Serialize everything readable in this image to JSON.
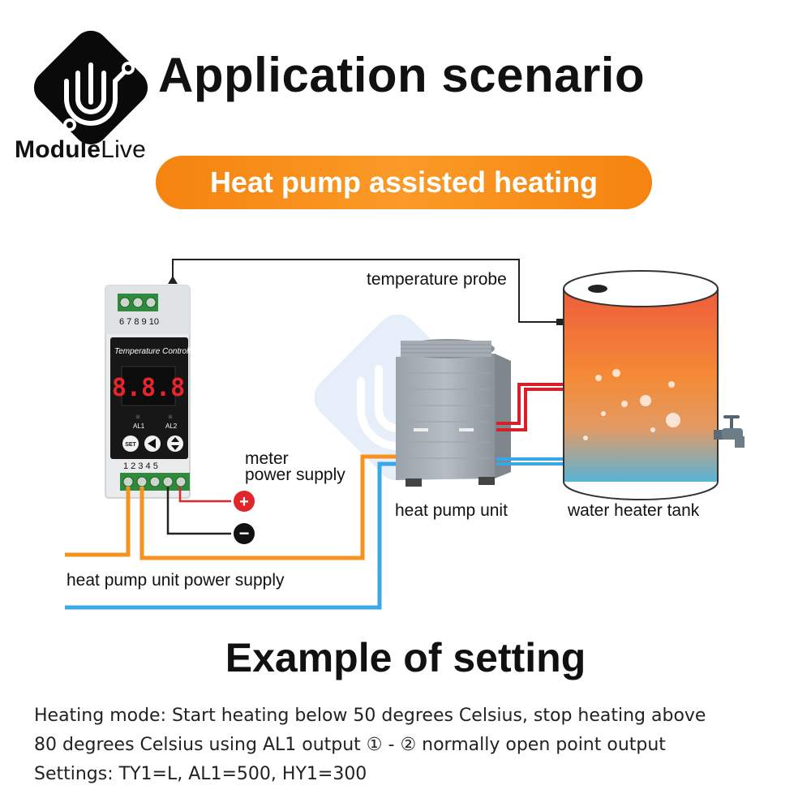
{
  "brand": {
    "name_bold": "Module",
    "name_light": "Live"
  },
  "title": "Application scenario",
  "banner": "Heat pump assisted heating",
  "diagram": {
    "labels": {
      "temperature_probe": "temperature probe",
      "meter_line1": "meter",
      "meter_line2": "power supply",
      "heat_pump_unit": "heat pump unit",
      "water_heater_tank": "water heater tank",
      "heat_pump_power_supply": "heat pump unit power supply"
    },
    "controller": {
      "title": "Temperature Controller",
      "display": "8.8.8",
      "al1": "AL1",
      "al2": "AL2",
      "set": "SET",
      "top_terminals": [
        "6",
        "7",
        "8",
        "9",
        "10"
      ],
      "bottom_terminals": [
        "1",
        "2",
        "3",
        "4",
        "5"
      ]
    },
    "polarity": {
      "plus": "+",
      "minus": "−"
    },
    "colors": {
      "orange_wire": "#f6921e",
      "blue_wire": "#3aa8e6",
      "red_wire": "#e0262a",
      "black_wire": "#222222"
    }
  },
  "example": {
    "title": "Example of setting",
    "lines": [
      "Heating mode: Start heating below 50 degrees Celsius, stop heating above",
      "80 degrees Celsius using AL1 output ① - ② normally open point output",
      "Settings: TY1=L, AL1=500, HY1=300"
    ]
  }
}
